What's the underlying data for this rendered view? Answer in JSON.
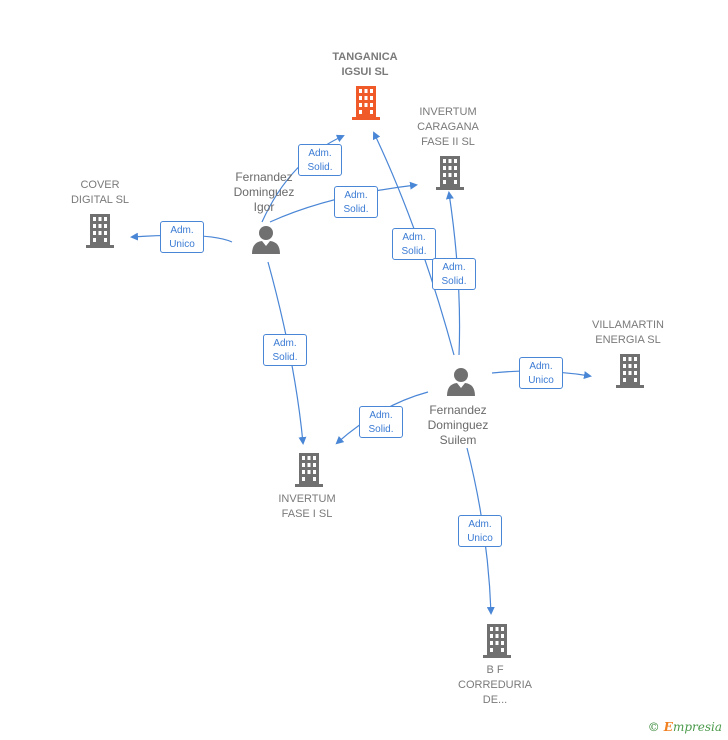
{
  "colors": {
    "edge": "#4a86d6",
    "company": "#707070",
    "focus": "#f05a28",
    "person": "#707070"
  },
  "companies": [
    {
      "id": "tanganica",
      "label": "TANGANICA\nIGSUI  SL",
      "focus": true
    },
    {
      "id": "caragana",
      "label": "INVERTUM\nCARAGANA\nFASE II  SL"
    },
    {
      "id": "cover",
      "label": "COVER\nDIGITAL  SL"
    },
    {
      "id": "villamartin",
      "label": "VILLAMARTIN\nENERGIA  SL"
    },
    {
      "id": "fase1",
      "label": "INVERTUM\nFASE I  SL"
    },
    {
      "id": "bf",
      "label": "B F\nCORREDURIA\nDE..."
    }
  ],
  "persons": [
    {
      "id": "igor",
      "label": "Fernandez\nDominguez\nIgor"
    },
    {
      "id": "suilem",
      "label": "Fernandez\nDominguez\nSuilem"
    }
  ],
  "edges": [
    {
      "id": "igor-tanganica",
      "label": "Adm.\nSolid."
    },
    {
      "id": "igor-caragana",
      "label": "Adm.\nSolid."
    },
    {
      "id": "igor-cover",
      "label": "Adm.\nUnico"
    },
    {
      "id": "igor-fase1",
      "label": "Adm.\nSolid."
    },
    {
      "id": "suilem-tanganica",
      "label": "Adm.\nSolid."
    },
    {
      "id": "suilem-caragana",
      "label": "Adm.\nSolid."
    },
    {
      "id": "suilem-villamartin",
      "label": "Adm.\nUnico"
    },
    {
      "id": "suilem-fase1",
      "label": "Adm.\nSolid."
    },
    {
      "id": "suilem-bf",
      "label": "Adm.\nUnico"
    }
  ],
  "footer": {
    "copyright": "©",
    "brand_first": "E",
    "brand_rest": "mpresia"
  }
}
